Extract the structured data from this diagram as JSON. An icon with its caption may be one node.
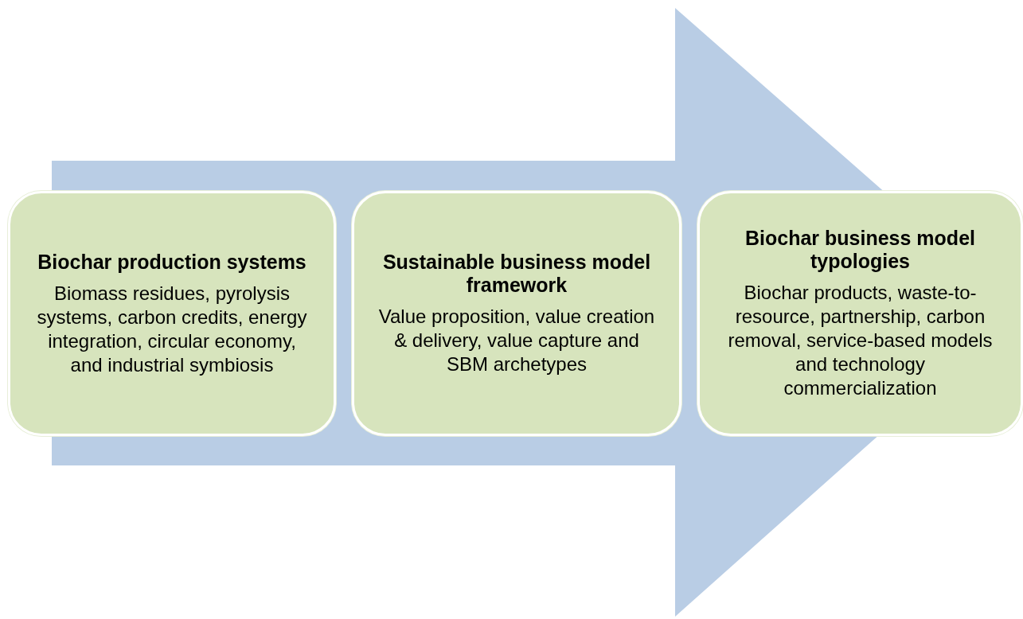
{
  "diagram": {
    "nodes": [
      {
        "text": [
          "Biochar production systems",
          "Biomass residues, pyrolysis systems, carbon credits, energy integration, circular economy, and industrial symbiosis"
        ]
      },
      {
        "text": [
          "Sustainable business model framework",
          "Value proposition, value creation & delivery, value capture and SBM archetypes"
        ]
      },
      {
        "text": [
          "Biochar business model typologies",
          "Biochar products, waste-to-resource, partnership, carbon removal, service-based models and technology commercialization"
        ]
      }
    ],
    "edges": [
      {
        "from": 0,
        "to": 2,
        "arrow": "to"
      }
    ]
  }
}
